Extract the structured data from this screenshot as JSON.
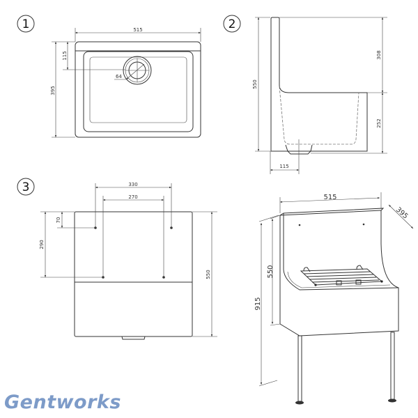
{
  "views": {
    "top": {
      "number": "1",
      "width": "515",
      "depth": "395",
      "drain_offset": "115",
      "drain_diameter": "64"
    },
    "side": {
      "number": "2",
      "height": "550",
      "upstand": "308",
      "bowl_height": "252",
      "drain_offset": "115"
    },
    "rear": {
      "number": "3",
      "outer_fixing": "330",
      "inner_fixing": "270",
      "upper_fixing_drop": "70",
      "lower_fixing_drop": "290",
      "height": "550"
    },
    "iso": {
      "width": "515",
      "depth": "395",
      "height": "550",
      "overall_height": "915"
    }
  },
  "brand": {
    "logo": "Gentworks",
    "color": "#7d9bc8"
  }
}
